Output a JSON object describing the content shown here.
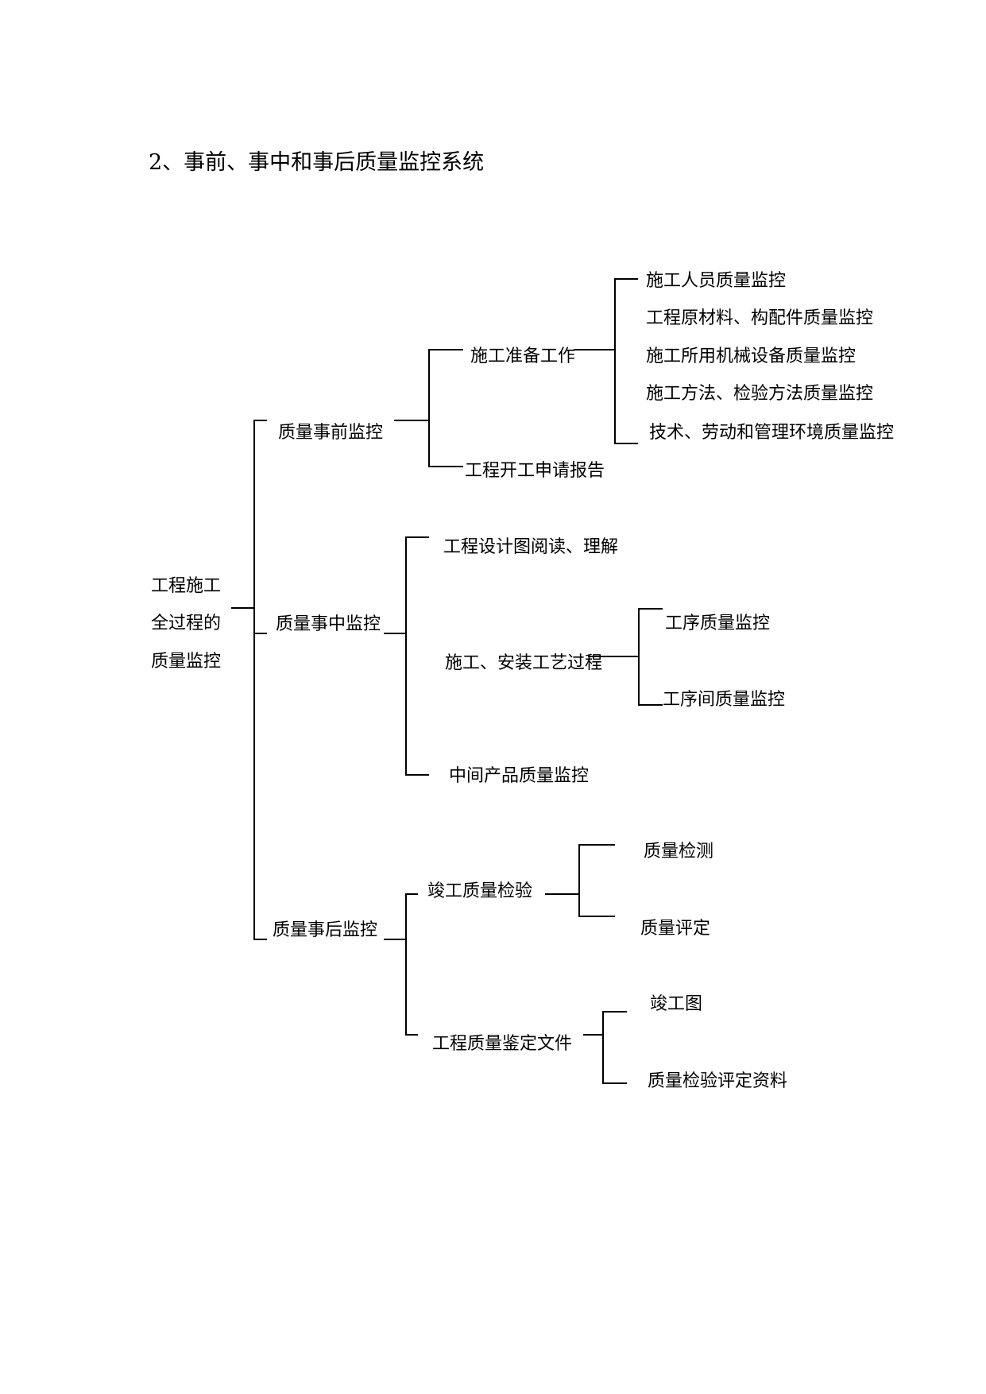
{
  "heading": "2、事前、事中和事后质量监控系统",
  "root": {
    "line1": "工程施工",
    "line2": "全过程的",
    "line3": "质量监控"
  },
  "pre": {
    "label": "质量事前监控",
    "prep": {
      "label": "施工准备工作",
      "items": [
        "施工人员质量监控",
        "工程原材料、构配件质量监控",
        "施工所用机械设备质量监控",
        "施工方法、检验方法质量监控",
        "技术、劳动和管理环境质量监控"
      ]
    },
    "start_report": "工程开工申请报告"
  },
  "mid": {
    "label": "质量事中监控",
    "design": "工程设计图阅读、理解",
    "process": {
      "label": "施工、安装工艺过程",
      "items": [
        "工序质量监控",
        "工序间质量监控"
      ]
    },
    "intermediate": "中间产品质量监控"
  },
  "post": {
    "label": "质量事后监控",
    "inspection": {
      "label": "竣工质量检验",
      "items": [
        "质量检测",
        "质量评定"
      ]
    },
    "docs": {
      "label": "工程质量鉴定文件",
      "items": [
        "竣工图",
        "质量检验评定资料"
      ]
    }
  }
}
